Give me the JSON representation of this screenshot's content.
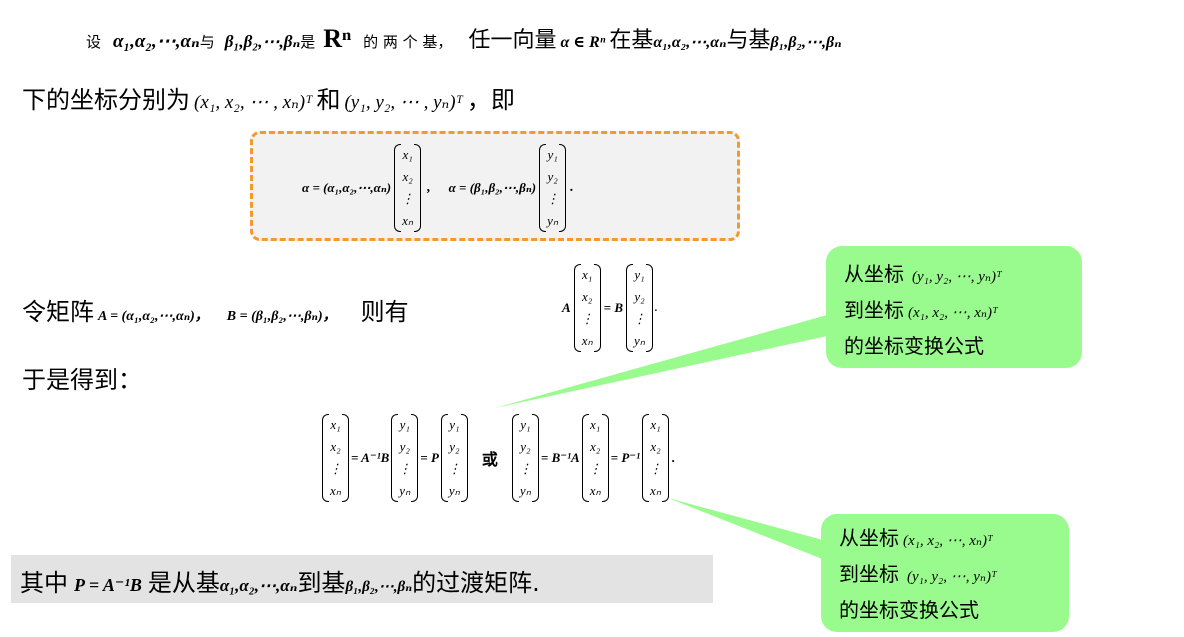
{
  "line1": {
    "she": "设",
    "alpha_seq": "α₁,α₂,⋯,αₙ",
    "yu": "与",
    "beta_seq": "β₁,β₂,⋯,βₙ",
    "shi": "是",
    "Rn": "Rⁿ",
    "de_liang_ge_ji": "的 两 个 基，",
    "ren_yi_xiang_liang": "任一向量",
    "alpha_in_Rn": "α ∈ Rⁿ",
    "zai_ji": "在基",
    "yu_ji": "与基"
  },
  "line2": {
    "xia_de_zuo_biao": "下的坐标分别为",
    "x_vec": "(x₁, x₂, ⋯ , xₙ)ᵀ",
    "he": "和",
    "y_vec": "(y₁, y₂, ⋯ , yₙ)ᵀ",
    "ji": "，即"
  },
  "box_eq": {
    "lhs1": "α = (α₁,α₂,⋯,αₙ)",
    "lhs2": "α = (β₁,β₂,⋯,βₙ)",
    "x_col": [
      "x₁",
      "x₂",
      "⋮",
      "xₙ"
    ],
    "y_col": [
      "y₁",
      "y₂",
      "⋮",
      "yₙ"
    ]
  },
  "line3": {
    "ling_ju_zhen": "令矩阵",
    "A_def": "A = (α₁,α₂,⋯,αₙ)，",
    "B_def": "B = (β₁,β₂,⋯,βₙ)，",
    "ze_you": "则有"
  },
  "line4": {
    "yu_shi_de_dao": "于是得到："
  },
  "main_eq": {
    "A_inv_B": "= A⁻¹B",
    "eq_P": "= P",
    "huo": "或",
    "B_inv_A": "= B⁻¹A",
    "eq_P_inv": "= P⁻¹"
  },
  "bottom": {
    "qi_zhong": "其中",
    "P_def": "P = A⁻¹B",
    "shi_cong_ji": "是从基",
    "dao_ji": "到基",
    "guo_du": "的过渡矩阵."
  },
  "callout_top": {
    "l1_text": "从坐标",
    "l1_vec": "(y₁, y₂, ⋯, yₙ)ᵀ",
    "l2_text": "到坐标",
    "l2_vec": "(x₁, x₂, ⋯, xₙ)ᵀ",
    "l3_text": "的坐标变换公式"
  },
  "callout_bottom": {
    "l1_text": "从坐标",
    "l1_vec": "(x₁, x₂, ⋯, xₙ)ᵀ",
    "l2_text": "到坐标",
    "l2_vec": "(y₁, y₂, ⋯, yₙ)ᵀ",
    "l3_text": "的坐标变换公式"
  },
  "colors": {
    "dash_border": "#f39a2c",
    "callout_fill": "#99fb8d",
    "box_fill": "#f2f2f2",
    "band_fill": "#e3e3e3"
  }
}
